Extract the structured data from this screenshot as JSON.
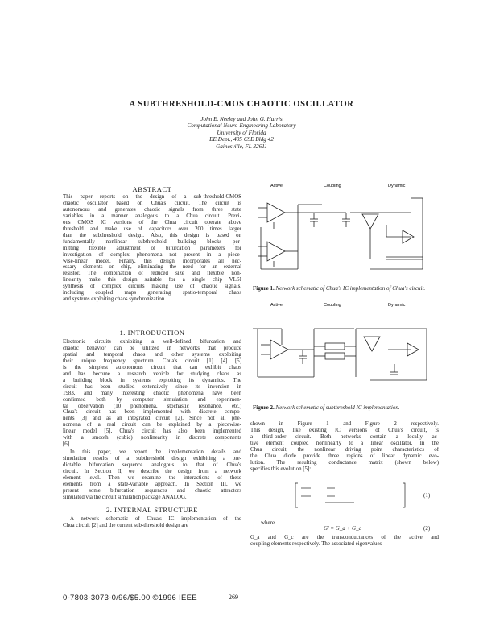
{
  "title": "A SUBTHRESHOLD-CMOS CHAOTIC OSCILLATOR",
  "authors": {
    "names": "John E. Neeley and John G. Harris",
    "lab": "Computational Neuro-Engineering Laboratory",
    "university": "University of Florida",
    "address1": "EE Dept., 405 CSE Bldg 42",
    "address2": "Gainesville, FL 32611"
  },
  "abstract": {
    "heading": "ABSTRACT",
    "lines": [
      "This paper reports on the design of a sub-threshold-CMOS",
      "chaotic oscillator based on Chua's circuit. The circuit is",
      "autonomous and generates chaotic signals from three state",
      "variables in a manner analogous to a Chua circuit. Previ-",
      "ous CMOS IC versions of the Chua circuit operate above",
      "threshold and make use of capacitors over 200 times larger",
      "than the subthreshold design. Also, this design is based on",
      "fundamentally nonlinear subthreshold building blocks per-",
      "mitting flexible adjustment of bifurcation parameters for",
      "investigation of complex phenomena not present in a piece-",
      "wise-linear model. Finally, this design incorporates all nec-",
      "essary elements on chip, eliminating the need for an external",
      "resistor. The combination of reduced size and flexible non-",
      "linearity make this design suitable for a single chip VLSI",
      "synthesis of complex circuits making use of chaotic signals,",
      "including coupled maps generating spatio-temporal chaos",
      "and systems exploiting chaos synchronization."
    ]
  },
  "intro": {
    "heading": "1.   INTRODUCTION",
    "para1": [
      "Electronic circuits exhibiting a well-defined bifurcation and",
      "chaotic behavior can be utilized in networks that produce",
      "spatial and temporal chaos and other systems exploiting",
      "their unique frequency spectrum. Chua's circuit [1] [4] [5]",
      "is the simplest autonomous circuit that can exhibit chaos",
      "and has become a research vehicle for studying chaos as",
      "a building block in systems exploiting its dynamics. The",
      "circuit has been studied extensively since its invention in",
      "1983, and many interesting chaotic phenomena have been",
      "confirmed both by computer simulation and experimen-",
      "tal observation (10 phenomena, stochastic resonance, etc.)",
      "Chua's circuit has been implemented with discrete compo-",
      "nents [3] and as an integrated circuit [2]. Since not all phe-",
      "nomena of a real circuit can be explained by a piecewise-",
      "linear model [5], Chua's circuit has also been implemented",
      "with a smooth (cubic) nonlinearity in discrete components",
      "[6]."
    ],
    "para2": [
      "In this paper, we report the implementation details and",
      "simulation results of a subthreshold design exhibiting a pre-",
      "dictable bifurcation sequence analogous to that of Chua's",
      "circuit. In Section II, we describe the design from a network",
      "element level. Then we examine the interactions of these",
      "elements from a state-variable approach. In Section III, we",
      "present some bifurcation sequences and chaotic attractors",
      "simulated via the circuit simulation package ANALOG."
    ]
  },
  "internal": {
    "heading": "2.   INTERNAL STRUCTURE",
    "lines": [
      "A network schematic of Chua's IC implementation of the",
      "Chua circuit [2] and the current sub-threshold design are"
    ]
  },
  "figure1": {
    "labels": {
      "active": "Active",
      "coupling": "Coupling",
      "dynamic": "Dynamic"
    },
    "caption_num": "Figure 1.",
    "caption_text": "Network schematic of Chua's IC implementation of Chua's circuit."
  },
  "figure2": {
    "labels": {
      "active": "Active",
      "coupling": "Coupling",
      "dynamic": "Dynamic"
    },
    "caption_num": "Figure 2.",
    "caption_text": "Network schematic of subthreshold IC implementation."
  },
  "right_text": {
    "lines_a": [
      "shown in Figure 1 and Figure 2 respectively.",
      "This design, like existing IC versions of Chua's circuit, is",
      "a third-order circuit. Both networks contain a locally ac-",
      "tive element coupled nonlinearly to a linear oscillator. In the",
      "Chua circuit, the nonlinear driving point characteristics of",
      "the Chua diode provide three regions of linear dynamic evo-",
      "lution. The resulting conductance matrix (shown below)",
      "specifies this evolution [5]:"
    ],
    "where": "where",
    "eq_g": "G' = G_a + G_c",
    "eq_num1": "(1)",
    "eq_num2": "(2)",
    "lines_b": [
      "G_a and G_c are the transconductances of the active and",
      "coupling elements respectively. The associated eigenvalues"
    ]
  },
  "footer": {
    "copyright": "0-7803-3073-0/96/$5.00 ©1996 IEEE",
    "page": "269"
  }
}
